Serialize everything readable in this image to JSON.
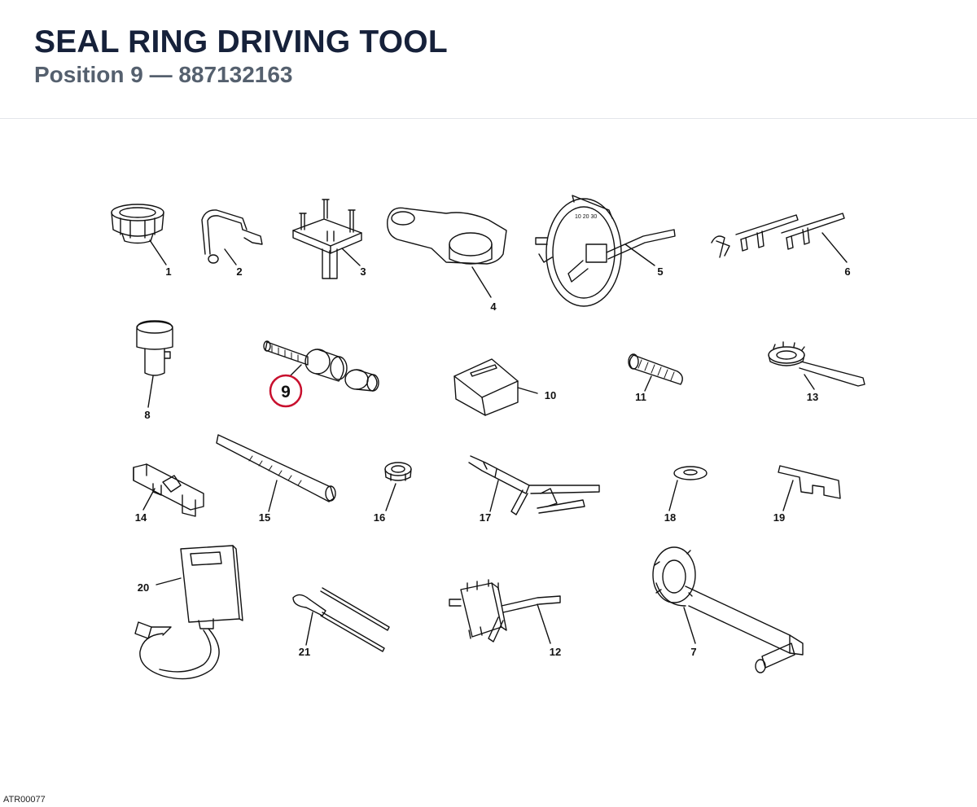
{
  "header": {
    "title": "SEAL RING DRIVING TOOL",
    "subtitle": "Position 9 — 887132163"
  },
  "callouts": [
    "1",
    "2",
    "3",
    "4",
    "5",
    "6",
    "8",
    "9",
    "10",
    "11",
    "13",
    "14",
    "15",
    "16",
    "17",
    "18",
    "19",
    "20",
    "21",
    "12",
    "7"
  ],
  "highlight": {
    "position": "9",
    "color": "#c8102e"
  },
  "footer": {
    "reference": "ATR00077"
  }
}
